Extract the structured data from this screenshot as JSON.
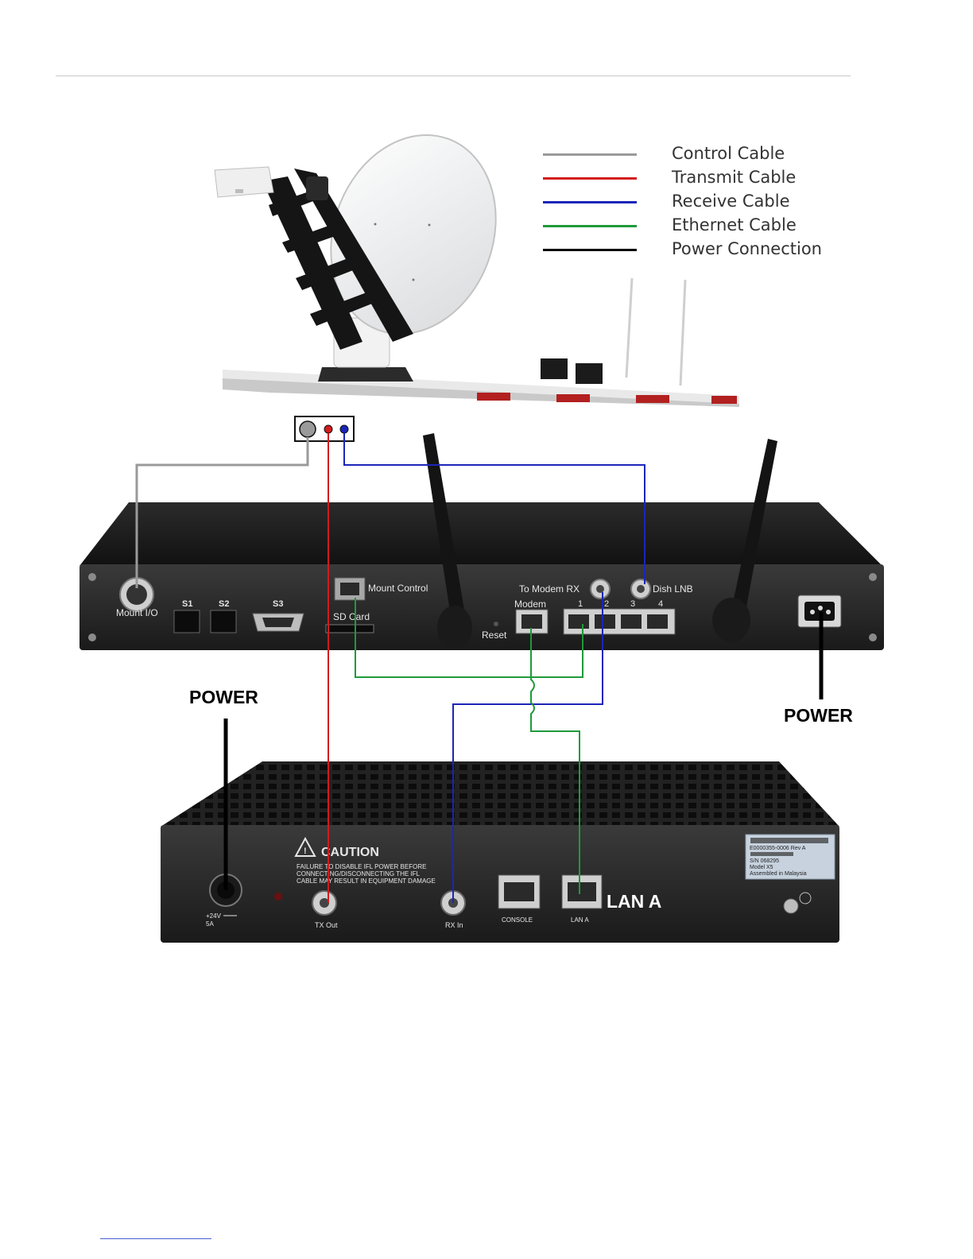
{
  "legend": {
    "items": [
      {
        "label": "Control Cable",
        "color": "#9a9a9a"
      },
      {
        "label": "Transmit Cable",
        "color": "#d21c1c"
      },
      {
        "label": "Receive Cable",
        "color": "#1c25b8"
      },
      {
        "label": "Ethernet Cable",
        "color": "#1f9a3a"
      },
      {
        "label": "Power Connection",
        "color": "#000000"
      }
    ]
  },
  "controller": {
    "mount_io": "Mount I/O",
    "s1": "S1",
    "s2": "S2",
    "s3": "S3",
    "mount_control": "Mount Control",
    "sd_card": "SD Card",
    "reset": "Reset",
    "to_modem_rx": "To Modem RX",
    "dish_lnb": "Dish LNB",
    "modem": "Modem",
    "port_1": "1",
    "port_2": "2",
    "port_3": "3",
    "port_4": "4"
  },
  "modem": {
    "caution_title": "CAUTION",
    "caution_line1": "FAILURE TO DISABLE IFL POWER BEFORE",
    "caution_line2": "CONNECTING/DISCONNECTING THE IFL",
    "caution_line3": "CABLE MAY RESULT IN EQUIPMENT DAMAGE",
    "power_rating1": "+24V",
    "power_rating2": "5A",
    "tx_out": "TX Out",
    "rx_in": "RX In",
    "console": "CONSOLE",
    "lan_a_small": "LAN A",
    "lan_a_big": "LAN A",
    "label_line1": "E0000355-0006 Rev A",
    "label_line2": "S/N 068295",
    "label_line3": "Model X5",
    "label_line4": "Assembled in Malaysia"
  },
  "callouts": {
    "power_left": "POWER",
    "power_right": "POWER"
  }
}
